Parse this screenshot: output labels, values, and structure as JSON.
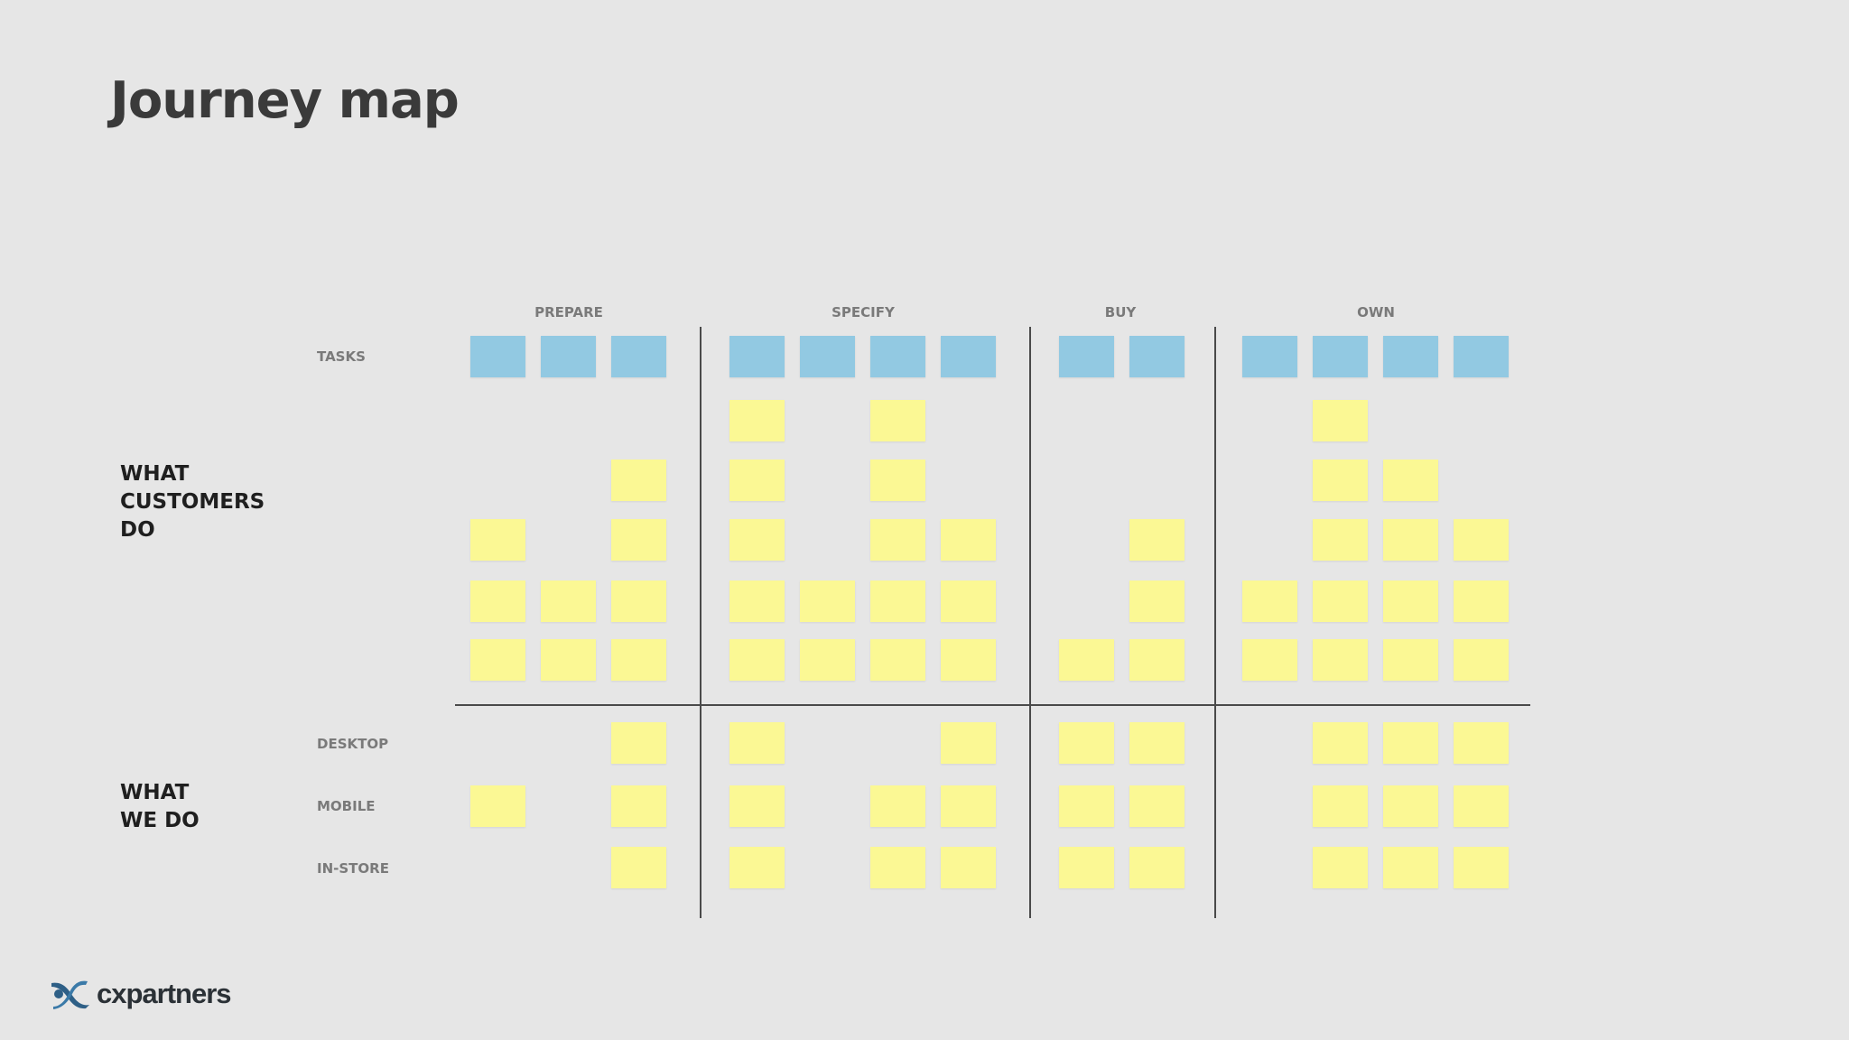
{
  "title": "Journey map",
  "sections": {
    "customers": "WHAT\nCUSTOMERS\nDO",
    "we": "WHAT\nWE DO"
  },
  "rows": {
    "tasks": "TASKS",
    "desktop": "DESKTOP",
    "mobile": "MOBILE",
    "instore": "IN-STORE"
  },
  "phases": [
    {
      "name": "PREPARE",
      "columns": 3
    },
    {
      "name": "SPECIFY",
      "columns": 4
    },
    {
      "name": "BUY",
      "columns": 2
    },
    {
      "name": "OWN",
      "columns": 4
    }
  ],
  "grid": {
    "tasks": [
      1,
      1,
      1,
      1,
      1,
      1,
      1,
      1,
      1,
      1,
      1,
      1,
      1
    ],
    "customer_rows": [
      [
        0,
        0,
        0,
        1,
        0,
        1,
        0,
        0,
        0,
        0,
        1,
        0,
        0
      ],
      [
        0,
        0,
        1,
        1,
        0,
        1,
        0,
        0,
        0,
        0,
        1,
        1,
        0
      ],
      [
        1,
        0,
        1,
        1,
        0,
        1,
        1,
        0,
        1,
        0,
        1,
        1,
        1
      ],
      [
        1,
        1,
        1,
        1,
        1,
        1,
        1,
        0,
        1,
        1,
        1,
        1,
        1
      ],
      [
        1,
        1,
        1,
        1,
        1,
        1,
        1,
        1,
        1,
        1,
        1,
        1,
        1
      ]
    ],
    "desktop": [
      0,
      0,
      1,
      1,
      0,
      0,
      1,
      1,
      1,
      0,
      1,
      1,
      1
    ],
    "mobile": [
      1,
      0,
      1,
      1,
      0,
      1,
      1,
      1,
      1,
      0,
      1,
      1,
      1
    ],
    "instore": [
      0,
      0,
      1,
      1,
      0,
      1,
      1,
      1,
      1,
      0,
      1,
      1,
      1
    ]
  },
  "colors": {
    "task": "#92c9e2",
    "sticky": "#fbf894",
    "line": "#4a4a4a",
    "background": "#e6e6e6"
  },
  "logo": {
    "text": "cxpartners",
    "icon": "cxpartners-logo-icon"
  }
}
